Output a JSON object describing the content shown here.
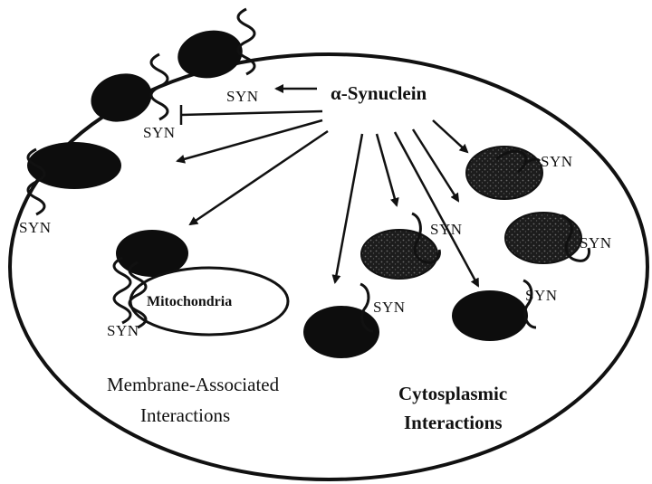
{
  "title": "α-Synuclein",
  "syn_label": "SYN",
  "organelle_label": "Mitochondria",
  "membrane_caption": {
    "line1": "Membrane-Associated",
    "line2": "Interactions"
  },
  "cytoplasmic_caption": {
    "line1": "Cytosplasmic",
    "line2": "Interactions"
  },
  "colors": {
    "ink": "#111111",
    "vesicle_dark": "#0d0d0d",
    "vesicle_speckled": "#2a2a2a",
    "background": "#ffffff"
  }
}
